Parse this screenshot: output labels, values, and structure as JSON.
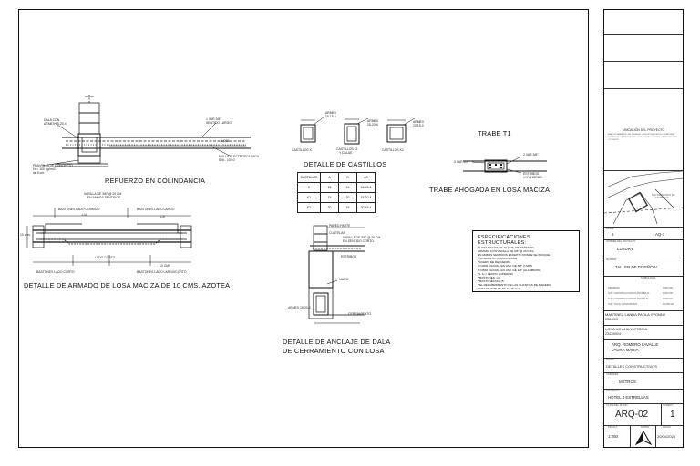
{
  "drawing": {
    "titles": {
      "colindancia": "REFUERZO EN COLINDANCIA",
      "losa": "DETALLE DE ARMADO DE LOSA MACIZA DE 10 CMS. AZOTEA",
      "castillos": "DETALLE DE CASTILLOS",
      "trabe_t1": "TRABE T1",
      "trabe_ahogada": "TRABE AHOGADA EN LOSA MACIZA",
      "dala_line1": "DETALLE DE ANCLAJE DE DALA",
      "dala_line2": "DE CERRAMIENTO CON LOSA"
    },
    "notes": {
      "dala_con": "DALA CON",
      "armex": "ARMEX 15-20-4",
      "plantilla": "PLANTILLA DE CONCRETO",
      "fc": "f'c = 100 kg/cm2,",
      "esp": "de 5 cm.",
      "var38": "1 VAR 3/8\"",
      "sentido_largo": "SENTIDO LARGO",
      "losa": "LOSA",
      "malla": "MALLA ELECTROSOLDADA",
      "malla_spec": "6X6 - 10/10",
      "castillo_k": "CASTILLOS  K",
      "castillo_k1_line1": "CASTILLOS  K1",
      "castillo_k1_line2": "Y DALAS",
      "castillo_k2": "CASTILLOS  K2",
      "armex_k": "ARMEX",
      "armex_k_spec": "15-15-4",
      "armex_k1_spec": "15-20-4",
      "armex_k2_spec": "20-15-4",
      "dim15": "15",
      "dim20": "20",
      "trabe_vars": "2 VAR 3/8\"",
      "trabe_var2": "3 VAR 1/2\"",
      "estribos": "ESTRIBOS",
      "estribos_spec": "1/4\"@15CMS",
      "vars_corridas": "BASTONES LADO CORRIDO",
      "vars_largas": "VARILLA DE 3/8\" @ 20 CM",
      "en_ambos": "EN AMBOS SENTIDOS",
      "lado_corto": "LADO CORTO",
      "bastones_corto": "BASTONES LADO CORTO",
      "bastones_largo": "BASTONES LADO LARGO",
      "bastones_cruz": "BASTONES LADO LARGO/CORTO",
      "l4": "L/4",
      "l5": "L/5",
      "cms10": "10 cms.",
      "cms": "10 CMS",
      "pared_parte": "PARED PARTE",
      "cuatelas": "CUATELAS",
      "varilla_alt": "VARILLA DE 3/8\" @ 20 CM",
      "en_sentido_corto": "EN SENTIDO CORTO",
      "estribos2": "ESTRIBOS",
      "muro": "MURO",
      "armex_dala": "ARMEX 15-20-4",
      "cerramiento": "CERRAMIENTO"
    },
    "table": {
      "headers": [
        "CASTILLOS",
        "A",
        "B",
        "AS"
      ],
      "rows": [
        [
          "K",
          "15",
          "15",
          "15-15-4"
        ],
        [
          "K1",
          "15",
          "20",
          "15-20-4"
        ],
        [
          "K2",
          "20",
          "15",
          "20-15-4"
        ]
      ]
    },
    "specs": {
      "title": "ESPECIFICACIONES ESTRUCTURALES:",
      "lines": [
        "* LOSA MACIZA DE 10 CMS. DE ESPESOR,",
        "  ARMADA CON VARILLA DE 3/8\" @ 20 CMS.",
        "  EN AMBOS SENTIDOS EXCEPTO DONDE SE INDIQUE",
        "* CONCRETO f'c=200 KG/CM2",
        "* ACERO DE REFUERZO:",
        "  fy=2000 KG/CM2, EN VAR. DE 5/8\" O MAS",
        "  fy=2530 KG/CM2, EN VAR. DE 1/4\" (ALAMBRON)",
        "* L.S. = LECHO SUPERIOR",
        "* BASTONES: L/4",
        "* BASTONETAS: L/5",
        "* EL RECUBRIMIENTO DE LAS CUANTIAS DE MADERA",
        "  SERA DE TABLAS DE 1\"x15 cms."
      ]
    }
  },
  "title_block": {
    "ubicacion_title": "UBICACIÓN DEL PROYECTO",
    "ubicacion_text": "FRACCIONAMIENTO EN TERRENO CON EXTENSION DE CARRETERA, CAMPECHE CAMPECHE CERCA DE COSTA RICA ANTE, CAMPECHE MEX. C.P. 24XXX",
    "map_label_line1": "SAN FRANCISCO DE",
    "map_label_line2": "CAMPECHE",
    "clave_label": "CLAVE",
    "clave_value": "8",
    "clave_code": "AQ-7",
    "nombre_label": "NOMBRE DEL PROYECTO",
    "nombre_value": "LUXURY",
    "materia_label": "MATERIA",
    "materia_value": "TALLER DE DISEÑO V",
    "sym_label": "SIMBOLOGÍA",
    "sym_rows": [
      "TERRENO",
      "SUP. CONSTRUCCION PLANTA BAJA",
      "SUP. CONSTRUCCION PLANTA ALTA",
      "SUP. TOTAL CONSTRUIDA"
    ],
    "sym_vals": [
      "0,000 M2",
      "0,000 M2",
      "0,000 M2",
      "00,000 M2"
    ],
    "alumna1": "MARTINEZ LANDA PAOLA YVONNE",
    "alumna1_num": "2364003",
    "alumna2": "LOSA UC AHA VICTORIA",
    "alumna2_num": "2347000/4",
    "asesor1": "ARQ. ROMERO LAVALLE",
    "asesor2": "LAURA MARIA",
    "plano_label": "PLANO",
    "plano_value": "DETALLES CONSTRUCTIVOS",
    "unidades_label": "UNIDADES",
    "unidades_value": "METROS",
    "proyecto_label": "PROYECTO",
    "proyecto_value": "HOTEL 4 ESTRELLAS",
    "clave_plano_label": "CLAVE DEL PLANO",
    "clave_plano_value": "ARQ-02",
    "num_label": "NUMERO",
    "num_value": "1",
    "escala_label": "ESCALA",
    "escala_value": "1:250",
    "norte_label": "NORTE",
    "fecha_label": "FECHA",
    "fecha_value": "20/04/2024"
  }
}
